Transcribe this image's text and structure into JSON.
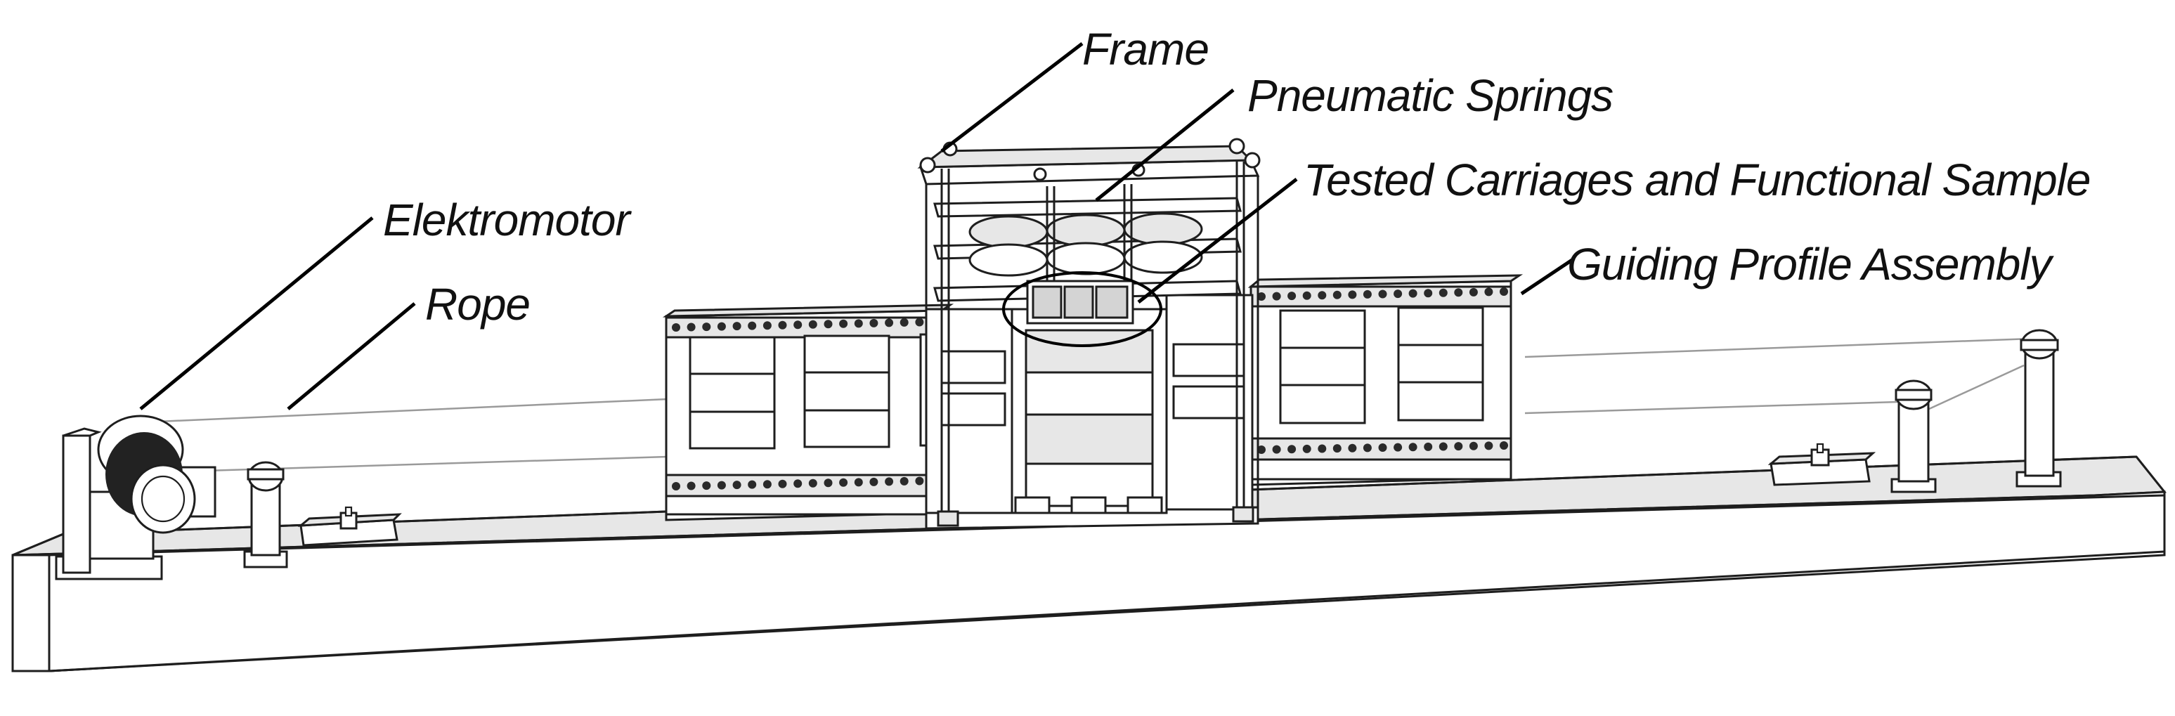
{
  "labels": {
    "frame": "Frame",
    "pneumatic_springs": "Pneumatic Springs",
    "tested_carriages": "Tested Carriages and Functional Sample",
    "elektromotor": "Elektromotor",
    "rope": "Rope",
    "guiding_profile": "Guiding Profile Assembly"
  },
  "colors": {
    "line": "#1e1e1e",
    "text": "#111111",
    "background": "#ffffff"
  }
}
